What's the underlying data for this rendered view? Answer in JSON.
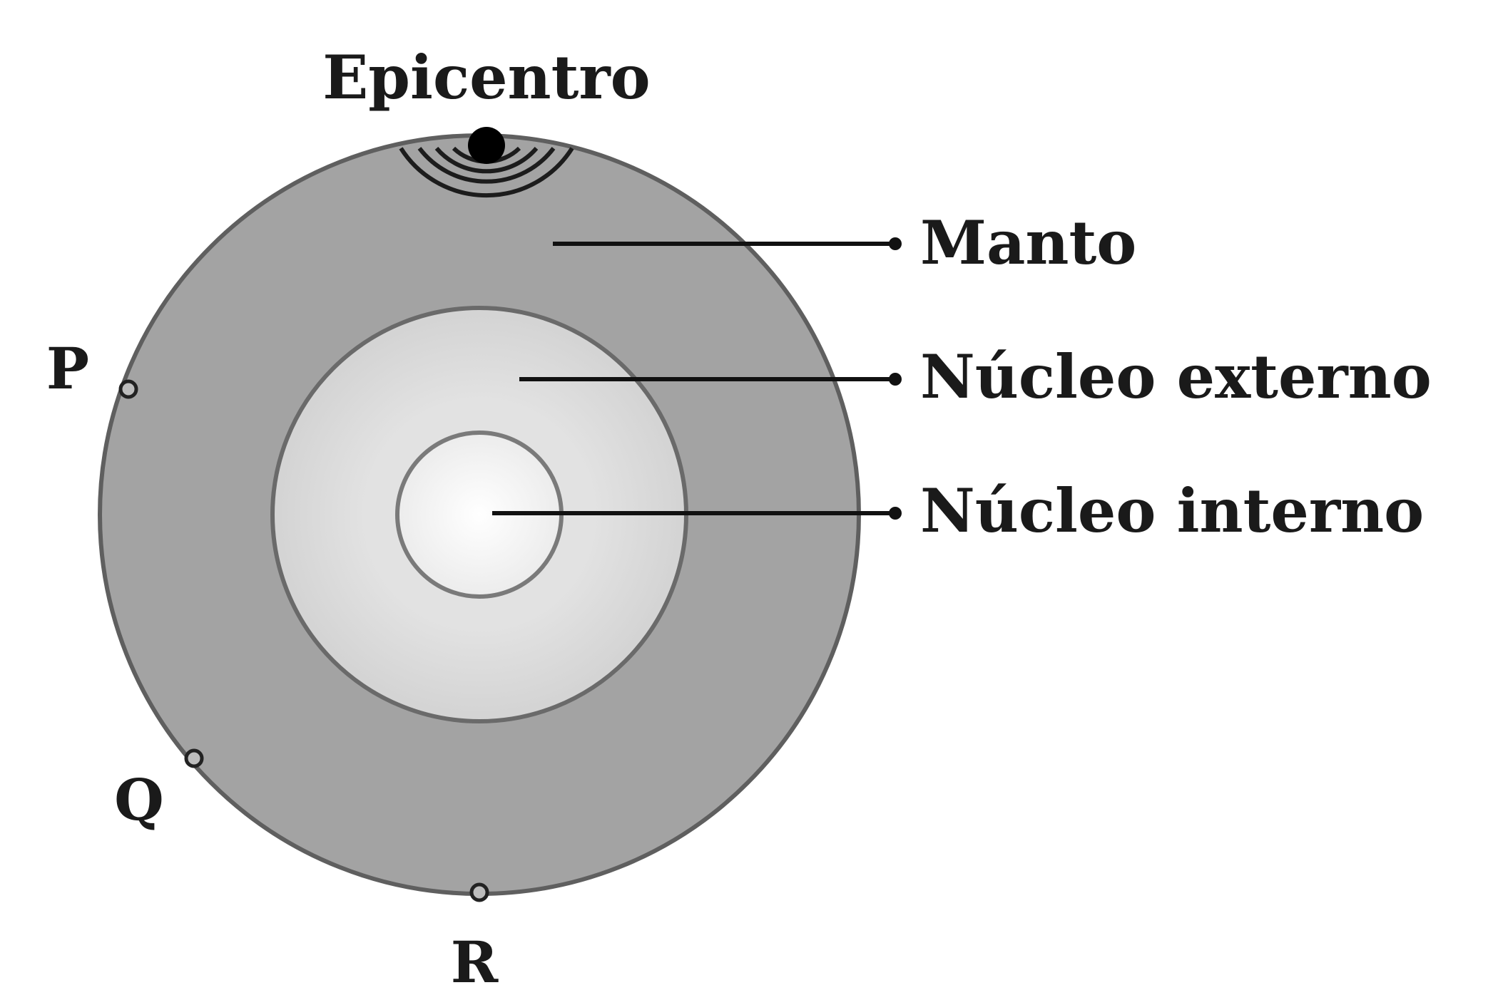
{
  "labels": {
    "epicenter": "Epicentro",
    "mantle": "Manto",
    "outer_core": "Núcleo externo",
    "inner_core": "Núcleo interno"
  },
  "stations": {
    "p": "P",
    "q": "Q",
    "r": "R"
  },
  "colors": {
    "mantle": "#a3a3a3",
    "outer_core": "#d9d9d9",
    "inner_core": "#f3f3f3",
    "outline": "#5f5f5f",
    "text": "#1a1a1a"
  }
}
